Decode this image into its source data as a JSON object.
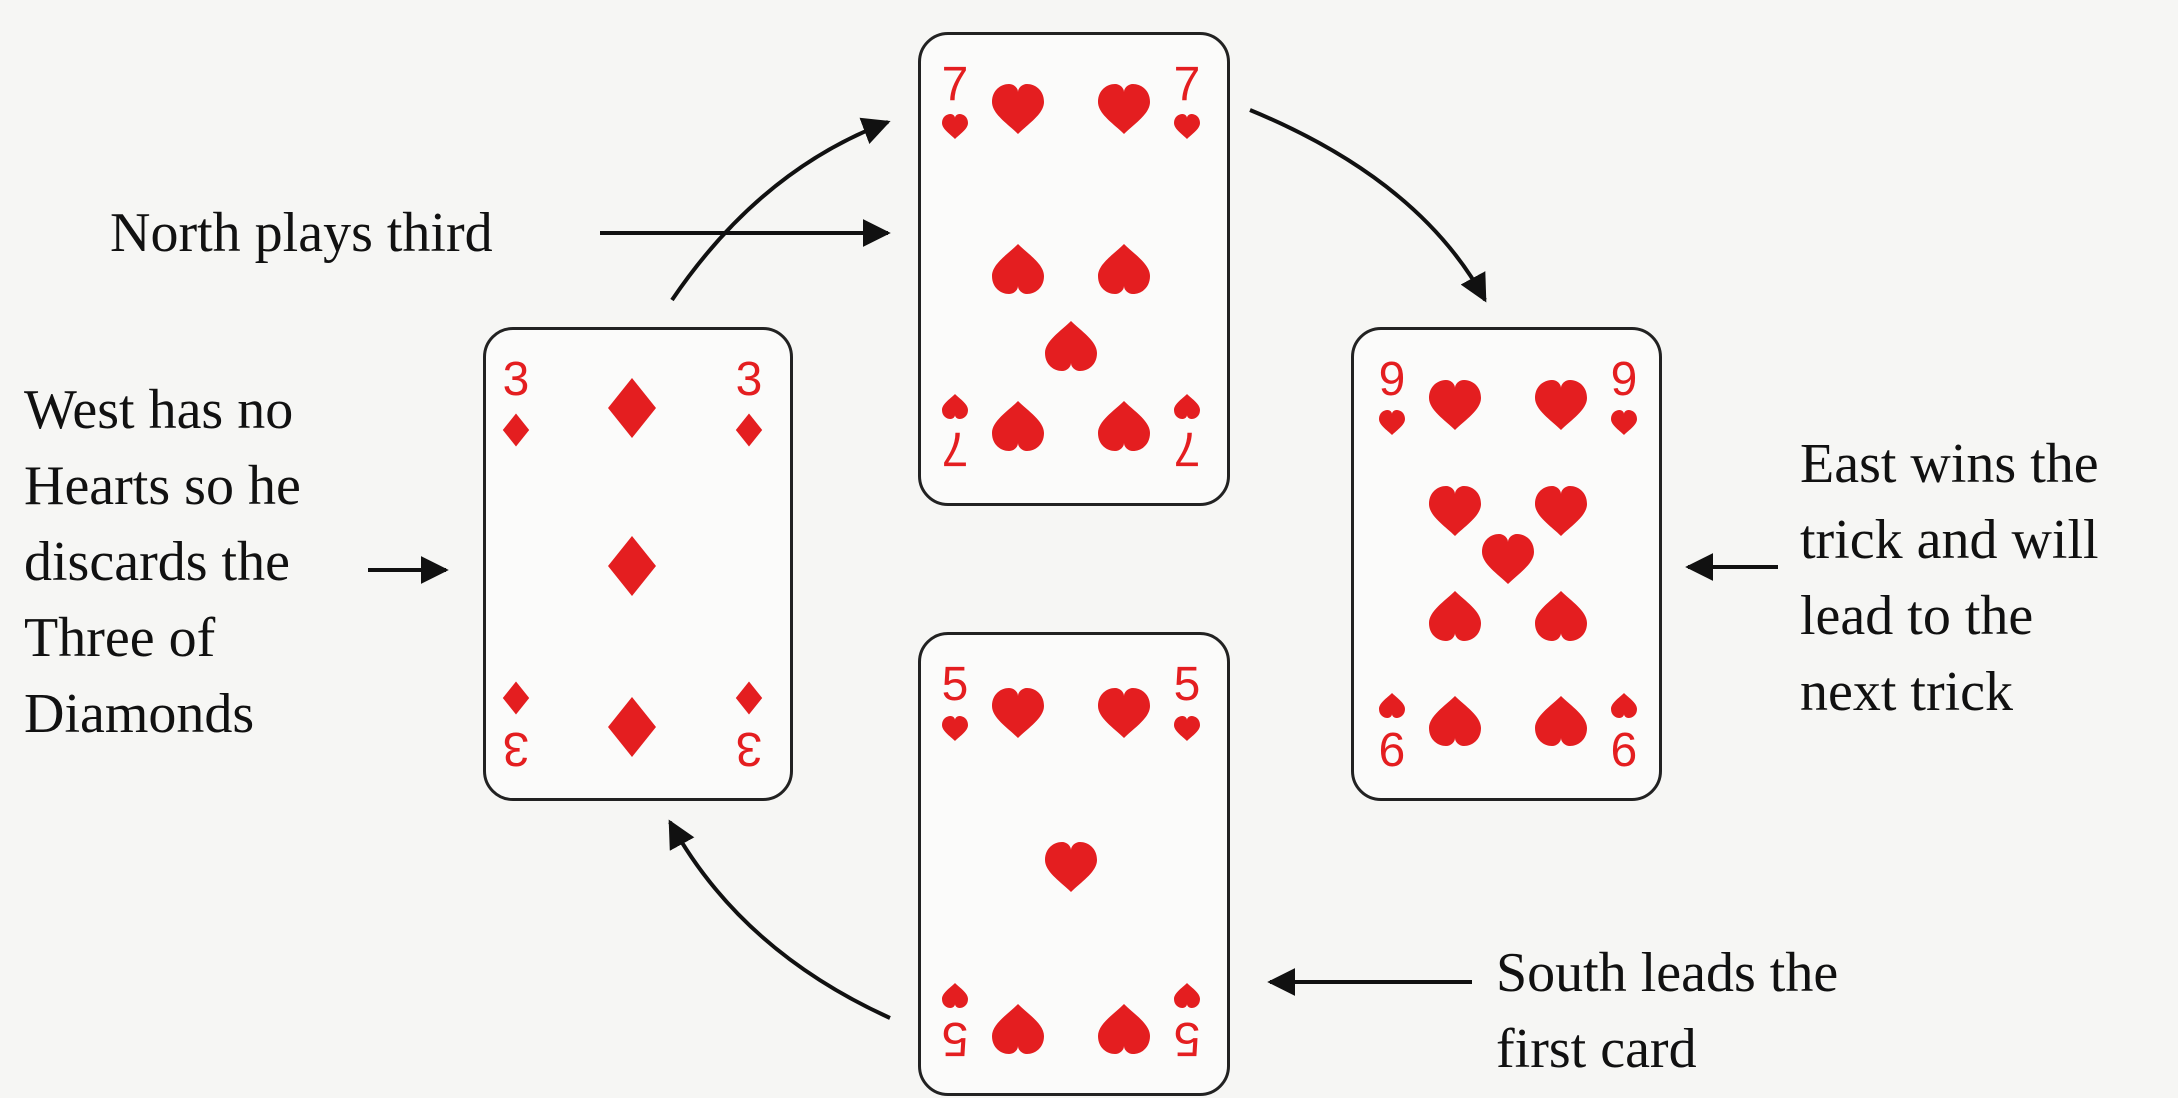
{
  "labels": {
    "north": "North plays third",
    "west": [
      "West has no",
      "Hearts so he",
      "discards the",
      "Three of",
      "Diamonds"
    ],
    "east": [
      "East wins the",
      "trick and will",
      "lead to the",
      "next trick"
    ],
    "south": [
      "South leads the",
      "first card"
    ]
  },
  "cards": {
    "north": {
      "rank": "7",
      "suit": "hearts"
    },
    "west": {
      "rank": "3",
      "suit": "diamonds"
    },
    "east": {
      "rank": "9",
      "suit": "hearts"
    },
    "south": {
      "rank": "5",
      "suit": "hearts"
    }
  },
  "colors": {
    "suit_red": "#e41e20",
    "ink": "#111111",
    "background": "#f6f6f4"
  }
}
